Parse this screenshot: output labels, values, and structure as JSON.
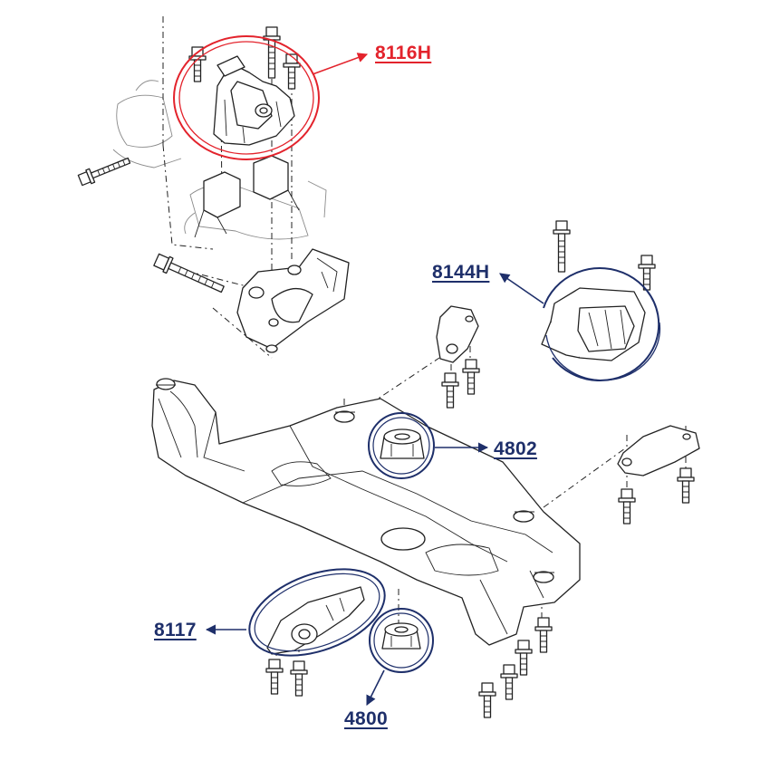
{
  "labels": {
    "engine_mount_right": "8116H",
    "gearbox_mount_left": "8144H",
    "subframe_bush_front": "4802",
    "torque_arm_lower": "8117",
    "subframe_bush_rear": "4800"
  },
  "colors": {
    "highlight_red": "#e3232c",
    "highlight_navy": "#1e2f6a",
    "line_ink": "#222222"
  }
}
